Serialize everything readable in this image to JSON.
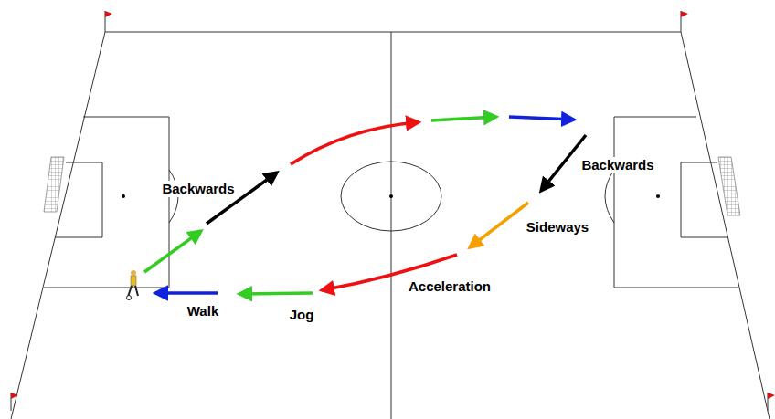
{
  "diagram": {
    "labels": [
      "Backwards",
      "Backwards",
      "Sideways",
      "Acceleration",
      "Jog",
      "Walk"
    ]
  }
}
